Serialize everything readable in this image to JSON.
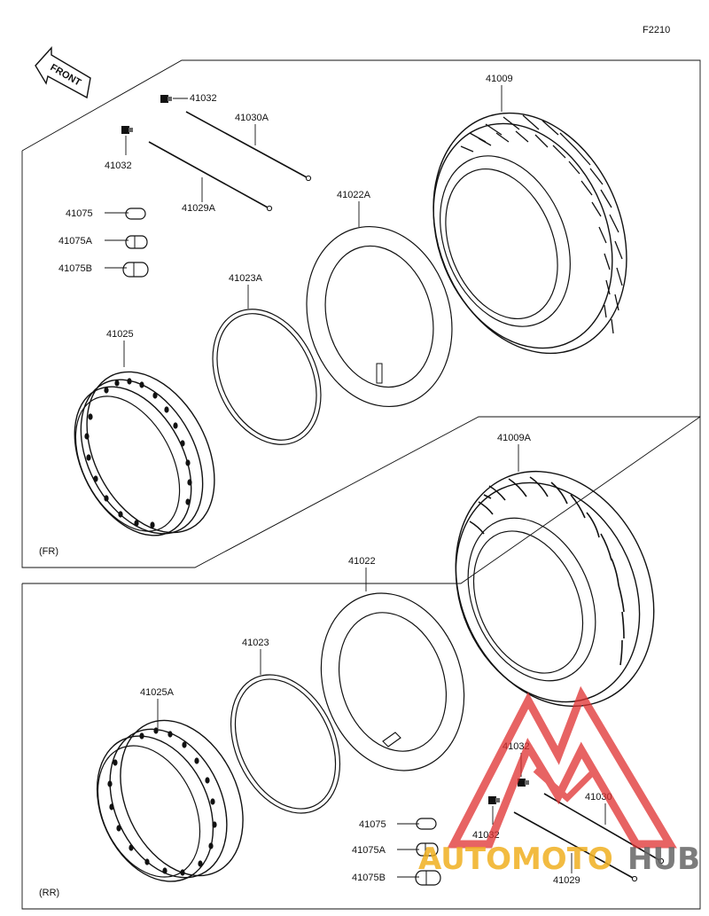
{
  "diagram_id": "F2210",
  "front_label": "FRONT",
  "sections": {
    "front": "(FR)",
    "rear": "(RR)"
  },
  "front_parts": {
    "tire": "41009",
    "tube": "41022A",
    "rim_band": "41023A",
    "rim": "41025",
    "spoke_a": "41030A",
    "spoke_b": "41029A",
    "nipple_a": "41032",
    "nipple_b": "41032",
    "valve_cap": "41075",
    "valve_cap_a": "41075A",
    "valve_cap_b": "41075B"
  },
  "rear_parts": {
    "tire": "41009A",
    "tube": "41022",
    "rim_band": "41023",
    "rim": "41025A",
    "nipple_a": "41032",
    "nipple_b": "41032",
    "spoke_a": "41030",
    "spoke_b": "41029",
    "valve_cap": "41075",
    "valve_cap_a": "41075A",
    "valve_cap_b": "41075B"
  },
  "watermark": {
    "part1": "AUTOMOTO",
    "part2": "HUB",
    "color1": "#f0b020",
    "color2": "#666666",
    "logo_color": "#e03030"
  }
}
